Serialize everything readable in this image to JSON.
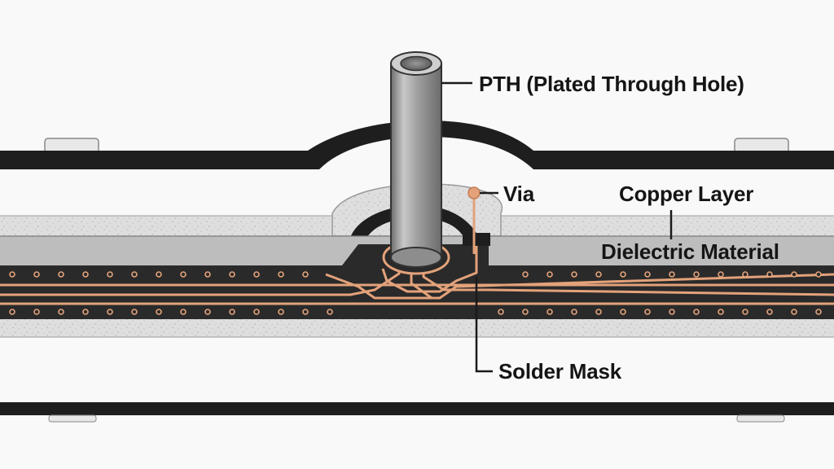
{
  "labels": {
    "pth": "PTH (Plated Through Hole)",
    "via": "Via",
    "copper_layer": "Copper Layer",
    "dielectric": "Dielectric Material",
    "solder_mask": "Solder Mask"
  },
  "colors": {
    "background": "#f9f9f9",
    "outline": "#1e1e1e",
    "substrate": "#dcdcdc",
    "dielectric_band": "#bdbdbd",
    "copper_core": "#2a2a2a",
    "copper_trace": "#e3a27a",
    "pth_metal": "#a8a8a8"
  }
}
